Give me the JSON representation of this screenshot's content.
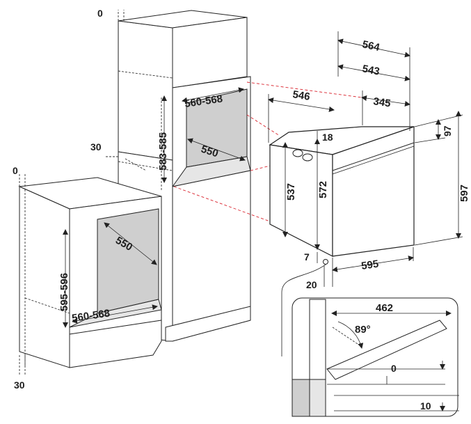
{
  "diagram": {
    "top_cabinet": {
      "top_offset": "0",
      "side_offset": "30",
      "opening_width": "560-568",
      "opening_height": "583-585",
      "opening_depth": "550"
    },
    "base_cabinet": {
      "top_offset": "0",
      "bottom_offset": "30",
      "opening_depth": "550",
      "opening_height": "595-596",
      "opening_width": "560-568"
    },
    "oven": {
      "total_depth": "564",
      "body_depth": "543",
      "side_depth": "546",
      "rear_depth": "345",
      "top_gap": "18",
      "top_band": "97",
      "body_height": "537",
      "front_height": "572",
      "total_height": "597",
      "width": "595",
      "bottom_gap": "7",
      "panel_offset": "20"
    },
    "detail": {
      "door_depth": "462",
      "angle": "89°",
      "offset_0": "0",
      "offset_10": "10"
    }
  },
  "colors": {
    "line": "#222222",
    "guide": "#d9232d",
    "cavity": "#cfcfcf"
  }
}
